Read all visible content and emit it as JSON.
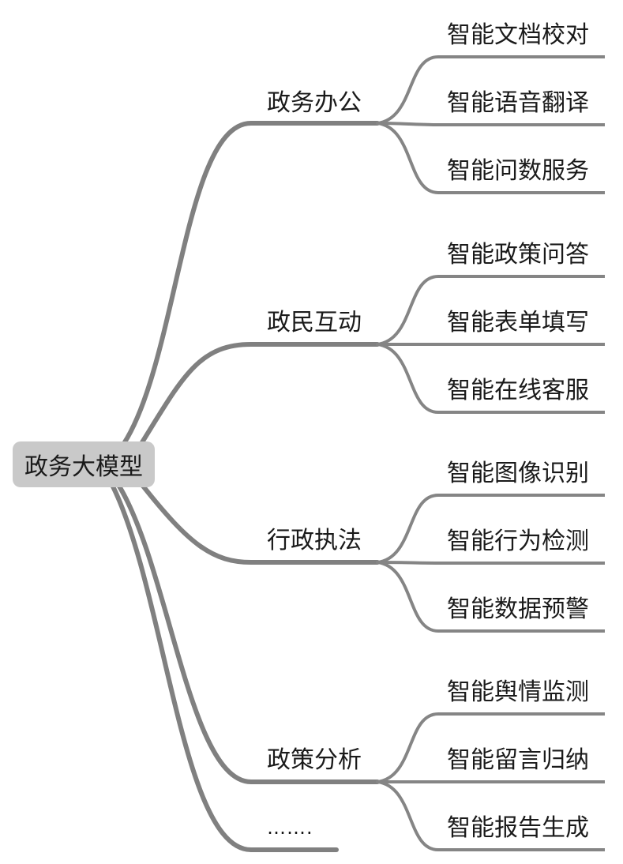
{
  "root": {
    "label": "政务大模型"
  },
  "branches": [
    {
      "label": "政务办公",
      "leaves": [
        "智能文档校对",
        "智能语音翻译",
        "智能问数服务"
      ]
    },
    {
      "label": "政民互动",
      "leaves": [
        "智能政策问答",
        "智能表单填写",
        "智能在线客服"
      ]
    },
    {
      "label": "行政执法",
      "leaves": [
        "智能图像识别",
        "智能行为检测",
        "智能数据预警"
      ]
    },
    {
      "label": "政策分析",
      "leaves": [
        "智能舆情监测",
        "智能留言归纳",
        "智能报告生成"
      ]
    }
  ],
  "more": {
    "label": "……."
  },
  "colors": {
    "connector": "#808080",
    "root_fill": "#c9c9c9",
    "text": "#1a1a1a"
  }
}
